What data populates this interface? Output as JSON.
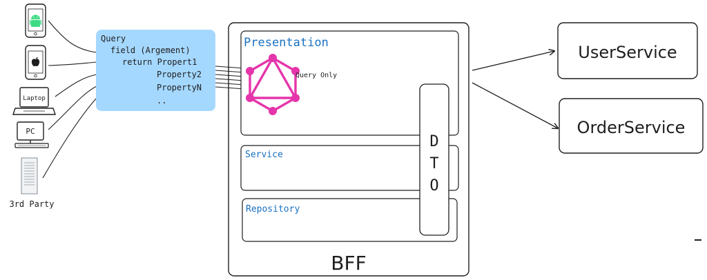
{
  "clients": {
    "laptop_label": "Laptop",
    "pc_label": "PC",
    "third_party_label": "3rd Party"
  },
  "query_box": {
    "lines": [
      "Query",
      "field (Argement)",
      "return Propert1",
      "Property2",
      "PropertyN",
      ".."
    ]
  },
  "bff": {
    "label": "BFF",
    "presentation_label": "Presentation",
    "service_label": "Service",
    "repository_label": "Repository",
    "dto_letters": [
      "D",
      "T",
      "O"
    ],
    "graphql_note": "Query Only"
  },
  "services": {
    "user": "UserService",
    "order": "OrderService"
  },
  "colors": {
    "query_fill": "#a5d8ff",
    "graphql": "#e535ab",
    "section_text": "#1971c2",
    "android": "#3ddc84",
    "stroke": "#1e1e1e"
  }
}
